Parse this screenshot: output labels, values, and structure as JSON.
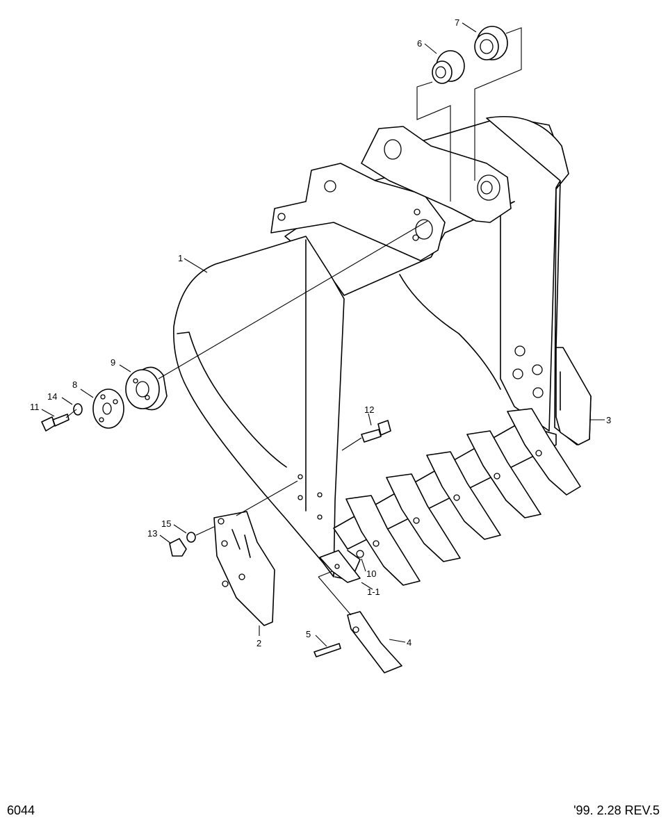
{
  "labels": {
    "p1": "1",
    "p1_1": "1-1",
    "p2": "2",
    "p3": "3",
    "p4": "4",
    "p5": "5",
    "p6": "6",
    "p7": "7",
    "p8": "8",
    "p9": "9",
    "p10": "10",
    "p11": "11",
    "p12": "12",
    "p13": "13",
    "p14": "14",
    "p15": "15"
  },
  "footer": {
    "drawing_number": "6044",
    "revision": "'99. 2.28 REV.5"
  }
}
